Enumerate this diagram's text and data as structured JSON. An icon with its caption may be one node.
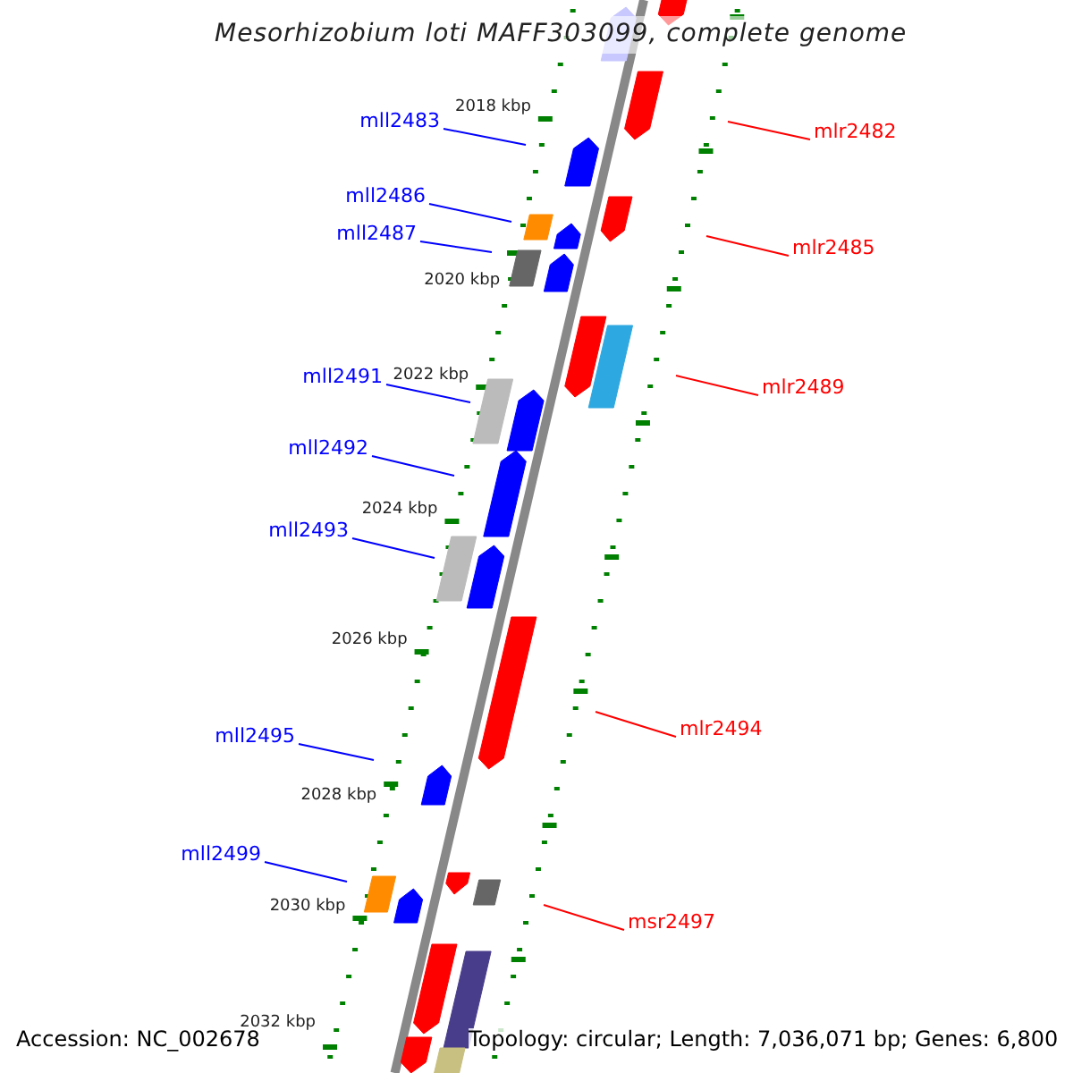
{
  "diagram": {
    "title": "Mesorhizobium loti MAFF303099, complete genome",
    "nodes": [
      {
        "text": [
          "mll2483"
        ]
      },
      {
        "text": [
          "mlr2482"
        ]
      },
      {
        "text": [
          "mll2486"
        ]
      },
      {
        "text": [
          "mll2487"
        ]
      },
      {
        "text": [
          "mlr2485"
        ]
      },
      {
        "text": [
          "mll2491"
        ]
      },
      {
        "text": [
          "mlr2489"
        ]
      },
      {
        "text": [
          "mll2492"
        ]
      },
      {
        "text": [
          "mll2493"
        ]
      },
      {
        "text": [
          "mlr2494"
        ]
      },
      {
        "text": [
          "mll2495"
        ]
      },
      {
        "text": [
          "mll2499"
        ]
      },
      {
        "text": [
          "msr2497"
        ]
      }
    ],
    "edges": [
      {
        "from": 0,
        "to": null,
        "arrow": "none"
      },
      {
        "from": 1,
        "to": null,
        "arrow": "none",
        "color": "#ff0000"
      },
      {
        "from": 2,
        "to": null,
        "arrow": "none"
      },
      {
        "from": 3,
        "to": null,
        "arrow": "none"
      },
      {
        "from": 4,
        "to": null,
        "arrow": "none",
        "color": "#ff0000"
      },
      {
        "from": 5,
        "to": null,
        "arrow": "none"
      },
      {
        "from": 6,
        "to": null,
        "arrow": "none",
        "color": "#ff0000"
      },
      {
        "from": 7,
        "to": null,
        "arrow": "none"
      },
      {
        "from": 8,
        "to": null,
        "arrow": "none"
      },
      {
        "from": 9,
        "to": null,
        "arrow": "none",
        "color": "#ff0000"
      },
      {
        "from": 10,
        "to": null,
        "arrow": "none"
      },
      {
        "from": 11,
        "to": null,
        "arrow": "none"
      },
      {
        "from": 12,
        "to": null,
        "arrow": "none",
        "color": "#ff0000"
      }
    ],
    "labels": [
      "2018 kbp",
      "2020 kbp",
      "2022 kbp",
      "2024 kbp",
      "2026 kbp",
      "2028 kbp",
      "2030 kbp",
      "2032 kbp",
      "Accession: NC_002678",
      "Topology: circular; Length: 7,036,071 bp; Genes: 6,800"
    ]
  }
}
